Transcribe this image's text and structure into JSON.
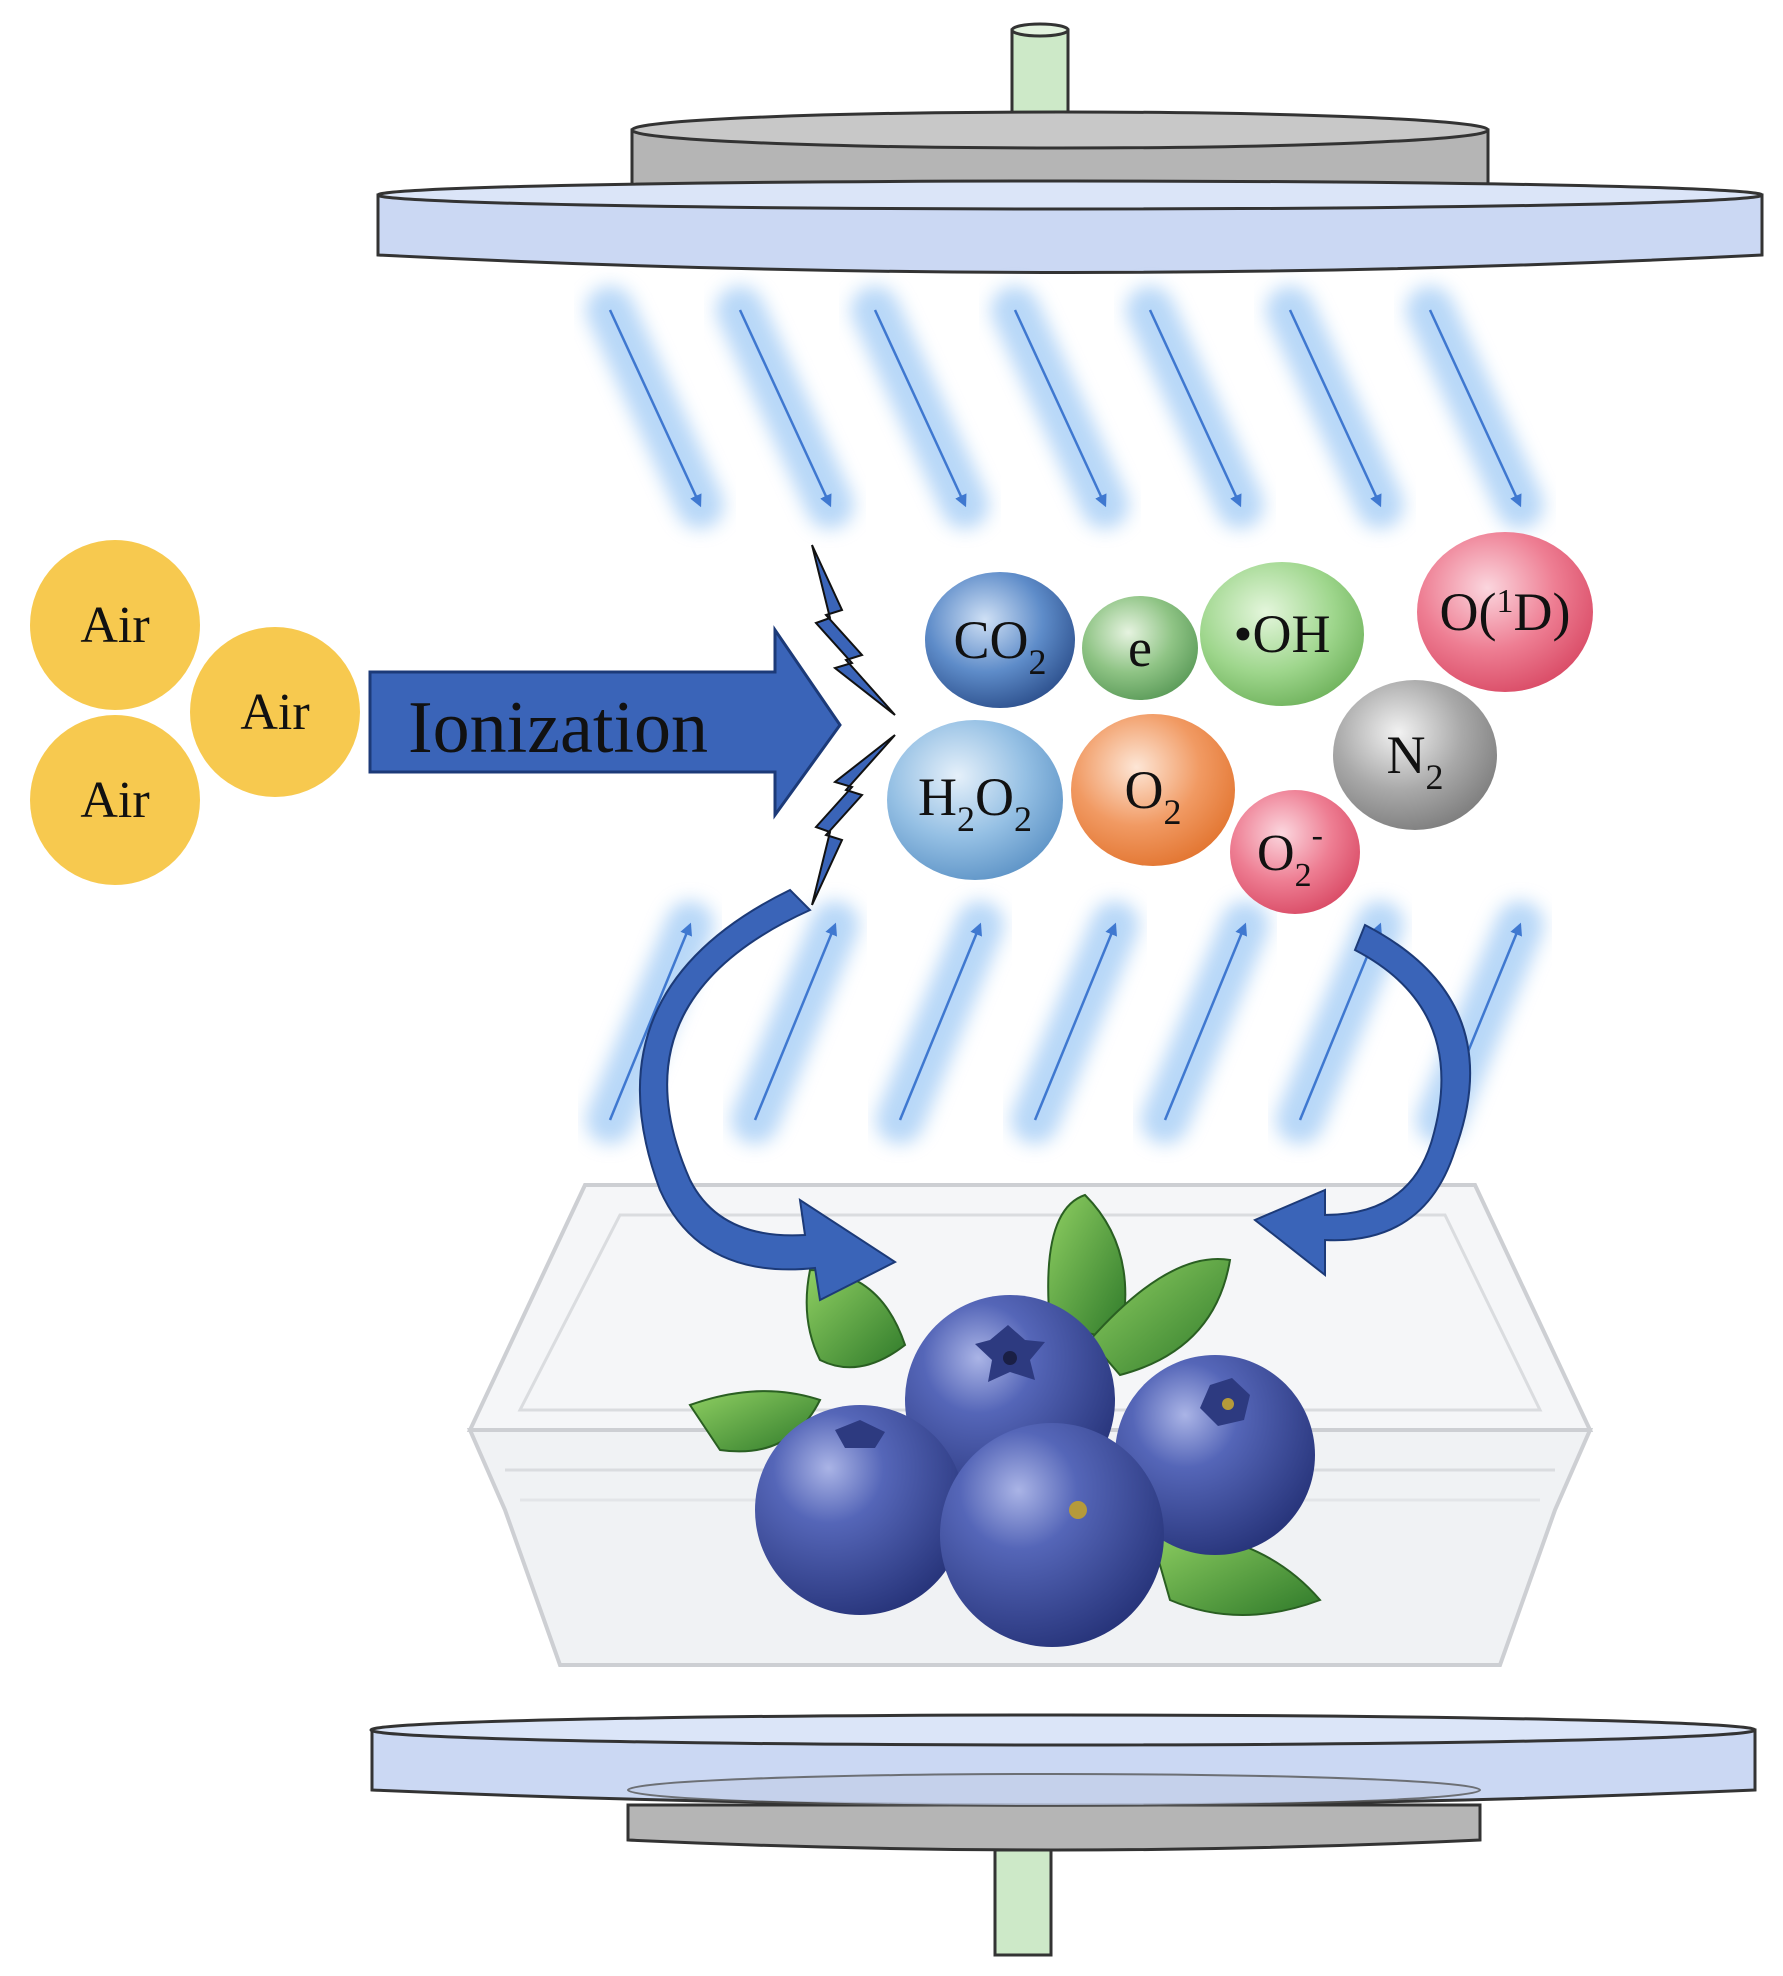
{
  "air_molecules": [
    {
      "id": "air-1",
      "label": "Air"
    },
    {
      "id": "air-2",
      "label": "Air"
    },
    {
      "id": "air-3",
      "label": "Air"
    }
  ],
  "ionization_arrow": {
    "label": "Ionization",
    "color": "#3a64b8"
  },
  "species": [
    {
      "id": "co2",
      "main": "CO",
      "sub": "2",
      "color": "#3d6db3"
    },
    {
      "id": "electron",
      "main": "e",
      "color": "#7fb27a"
    },
    {
      "id": "hydroxyl",
      "main": "•OH",
      "color": "#8ccd78"
    },
    {
      "id": "singlet-oxygen",
      "main": "O(",
      "sup": "1",
      "tail": "D)",
      "color": "#e8607a"
    },
    {
      "id": "h2o2",
      "main": "H",
      "sub": "2",
      "mid": "O",
      "sub2": "2",
      "color": "#7fb1dd"
    },
    {
      "id": "o2",
      "main": "O",
      "sub": "2",
      "color": "#ee8a4c"
    },
    {
      "id": "superoxide",
      "main": "O",
      "sub": "2",
      "sup": "-",
      "color": "#e8607a"
    },
    {
      "id": "n2",
      "main": "N",
      "sub": "2",
      "color": "#9a9a9a"
    }
  ],
  "colors": {
    "electrode_plate": "#cbd8f3",
    "electrode_body": "#b5b5b5",
    "connector": "#cde9c8",
    "air": "#f7c94f",
    "glow": "#7fb8f2",
    "field_line": "#3f78d0",
    "blueberry": "#3b4ca0",
    "leaf": "#4f9a3c"
  },
  "icons": {
    "top_electrode": "electrode-icon",
    "bottom_electrode": "electrode-icon",
    "discharge": "lightning-bolt-icon",
    "container": "clamshell-container-icon",
    "produce": "blueberries-icon"
  }
}
